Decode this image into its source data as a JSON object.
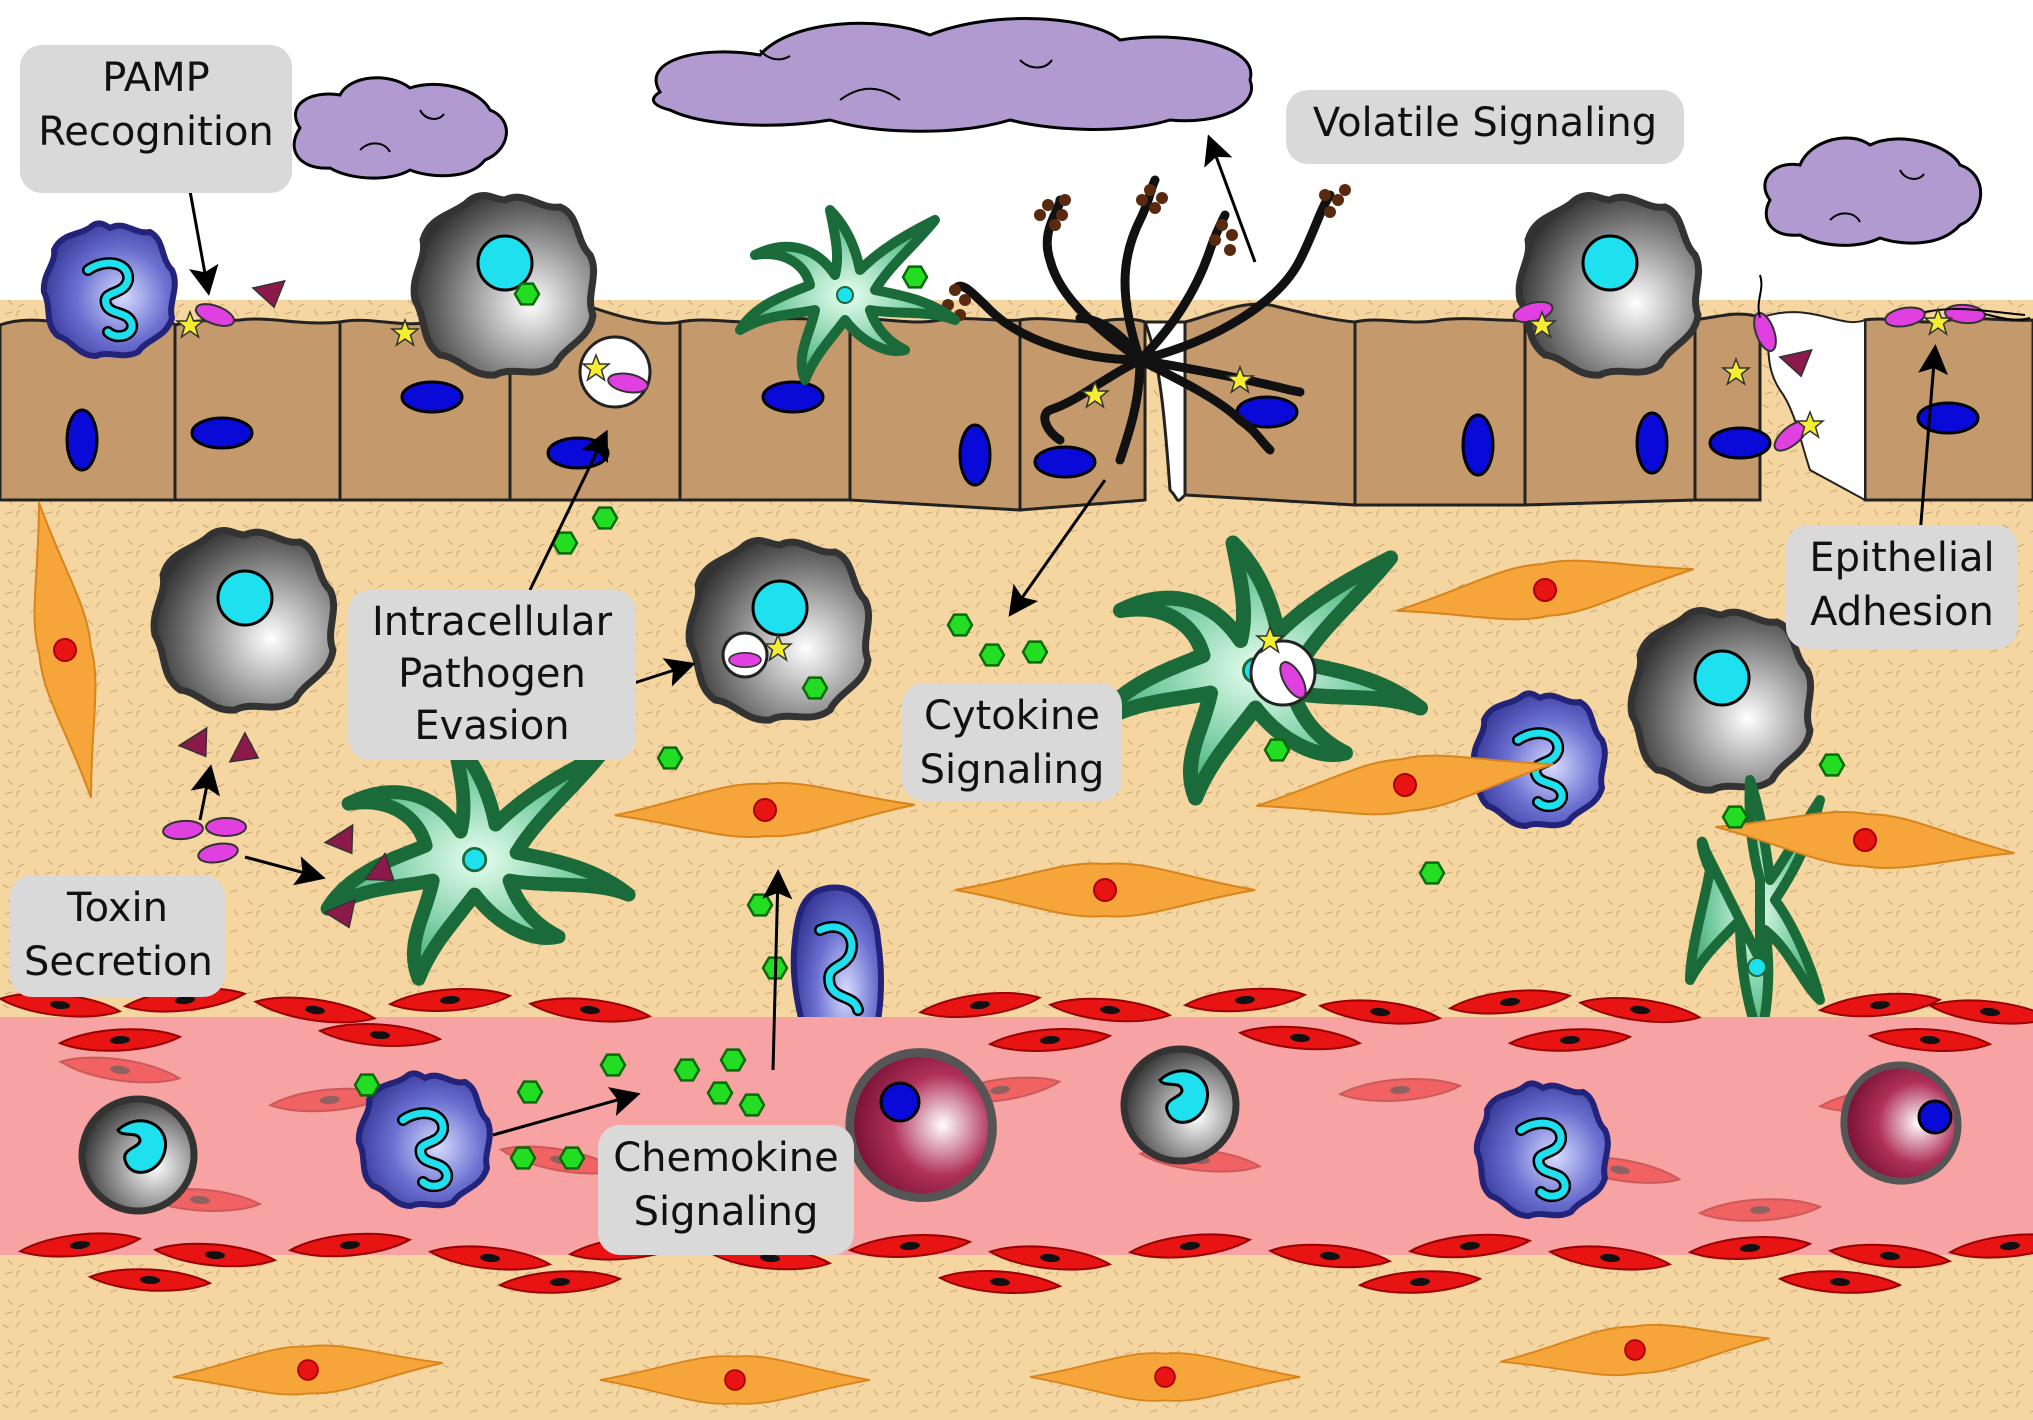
{
  "labels": {
    "pamp": [
      "PAMP",
      "Recognition"
    ],
    "volatile": [
      "Volatile Signaling"
    ],
    "intracellular": [
      "Intracellular",
      "Pathogen",
      "Evasion"
    ],
    "cytokine": [
      "Cytokine",
      "Signaling"
    ],
    "epithelial": [
      "Epithelial",
      "Adhesion"
    ],
    "toxin": [
      "Toxin",
      "Secretion"
    ],
    "chemokine": [
      "Chemokine",
      "Signaling"
    ]
  },
  "colors": {
    "tissue": "#f6d6a0",
    "epithelium": "#c49a6c",
    "nucleus": "#0a0ad8",
    "vessel": "#f7a3a3",
    "red_cell": "#e81414",
    "fibroblast": "#f5a53a",
    "macrophage": "#4a4a4a",
    "neutrophil": "#3a3a9a",
    "dendritic": "#2e8b57",
    "cytokine": "#22dd22",
    "cloud": "#b09ad0",
    "pathogen": "#e040e0",
    "toxin": "#8b1a4a",
    "star": "#f5ee30"
  }
}
